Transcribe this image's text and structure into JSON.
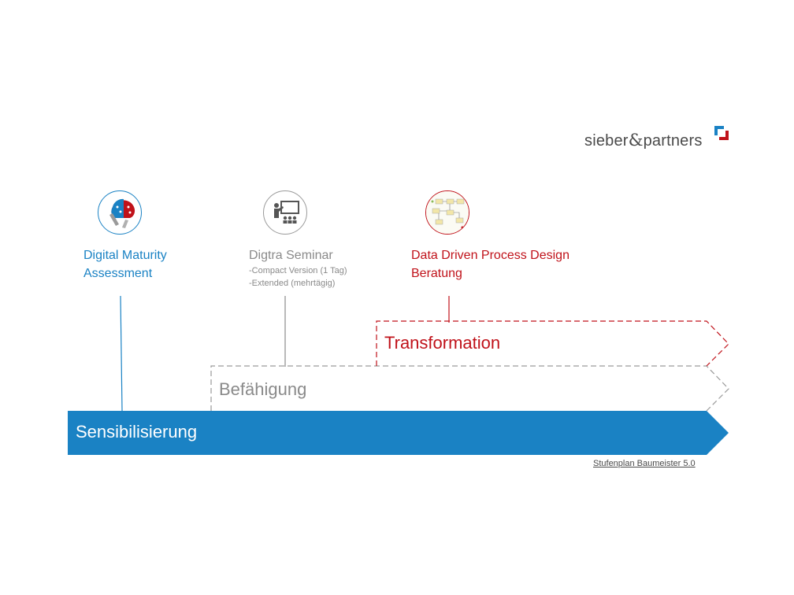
{
  "logo": {
    "text_left": "sieber",
    "text_amp": "&",
    "text_right": "partners",
    "brand_blue": "#1a82c4",
    "brand_red": "#c0121a"
  },
  "milestones": [
    {
      "icon": "brain-icon",
      "title_line1": "Digital Maturity",
      "title_line2": "Assessment",
      "color": "#1a82c4"
    },
    {
      "icon": "presentation-icon",
      "title_line1": "Digtra Seminar",
      "sub_line1": "-Compact Version (1 Tag)",
      "sub_line2": "-Extended  (mehrtägig)",
      "color": "#8a8a8a"
    },
    {
      "icon": "process-diagram-icon",
      "title_line1": "Data Driven Process Design",
      "title_line2": "Beratung",
      "color": "#c0121a"
    }
  ],
  "stages": {
    "sensibilisierung": {
      "label": "Sensibilisierung",
      "color": "#1a82c4"
    },
    "befaehigung": {
      "label": "Befähigung",
      "color": "#8a8a8a"
    },
    "transformation": {
      "label": "Transformation",
      "color": "#c0121a"
    }
  },
  "footer": {
    "link_text": "Stufenplan Baumeister 5.0"
  }
}
